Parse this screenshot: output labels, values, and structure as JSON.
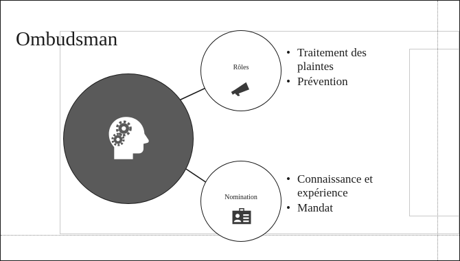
{
  "slide": {
    "title": "Ombudsman",
    "center_icon": "head-gears-icon",
    "roles": {
      "label": "Rôles",
      "icon": "megaphone-icon",
      "bullets": [
        "Traitement des plaintes",
        "Prévention"
      ]
    },
    "nomination": {
      "label": "Nomination",
      "icon": "id-badge-icon",
      "bullets": [
        "Connaissance et expérience",
        "Mandat"
      ]
    }
  },
  "colors": {
    "center_circle": "#5a5a5a",
    "outline": "#1a1a1a",
    "text": "#1c1c1c",
    "guides": "#8a8a8a"
  }
}
